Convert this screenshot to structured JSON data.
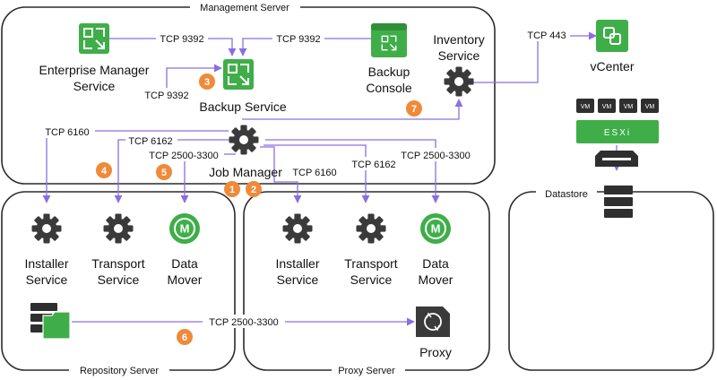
{
  "frames": {
    "management": "Management Server",
    "repository": "Repository Server",
    "proxy": "Proxy Server",
    "datastore": "Datastore"
  },
  "nodes": {
    "enterprise_manager": [
      "Enterprise Manager",
      "Service"
    ],
    "backup_service": "Backup Service",
    "backup_console": [
      "Backup",
      "Console"
    ],
    "inventory_service": [
      "Inventory",
      "Service"
    ],
    "vcenter": "vCenter",
    "job_manager": "Job Manager",
    "repo_installer": [
      "Installer",
      "Service"
    ],
    "repo_transport": [
      "Transport",
      "Service"
    ],
    "repo_data_mover": [
      "Data",
      "Mover"
    ],
    "proxy_installer": [
      "Installer",
      "Service"
    ],
    "proxy_transport": [
      "Transport",
      "Service"
    ],
    "proxy_data_mover": [
      "Data",
      "Mover"
    ],
    "proxy": "Proxy",
    "esxi": "ESXi",
    "vm": "VM"
  },
  "edge_labels": {
    "em_to_backup": "TCP 9392",
    "console_to_backup": "TCP 9392",
    "backup_loop": "TCP 9392",
    "to_vcenter": "TCP 443",
    "jm_to_repo_installer": "TCP 6160",
    "jm_to_repo_transport": "TCP 6162",
    "jm_to_repo_mover": "TCP 2500-3300",
    "jm_to_proxy_installer": "TCP 6160",
    "jm_to_proxy_transport": "TCP 6162",
    "jm_to_proxy_mover": "TCP 2500-3300",
    "repo_to_proxy": "TCP 2500-3300"
  },
  "badges": [
    "1",
    "2",
    "3",
    "4",
    "5",
    "6",
    "7"
  ],
  "colors": {
    "edge": "#8a6fe0",
    "badge": "#ef8a3a",
    "green": "#3fae49",
    "gear": "#3a3a3a"
  },
  "icons": {
    "service": "green-grid-icon",
    "job": "gear-icon",
    "mover": "data-mover-icon",
    "proxy": "proxy-icon",
    "vcenter": "vcenter-icon",
    "storage": "storage-stack-icon",
    "repository": "repository-folder-icon"
  }
}
